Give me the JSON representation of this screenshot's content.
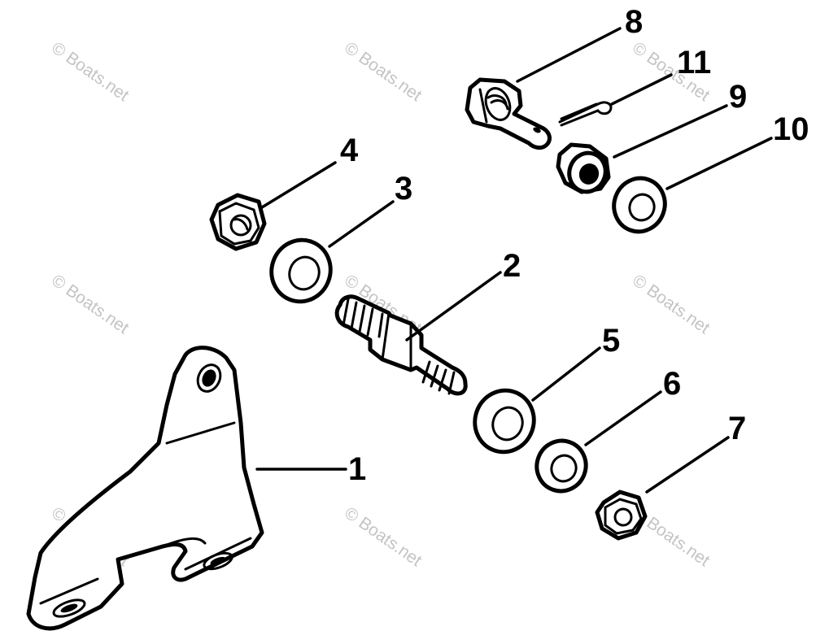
{
  "watermark": "© Boats.net",
  "callouts": [
    {
      "id": "1",
      "label": "1"
    },
    {
      "id": "2",
      "label": "2"
    },
    {
      "id": "3",
      "label": "3"
    },
    {
      "id": "4",
      "label": "4"
    },
    {
      "id": "5",
      "label": "5"
    },
    {
      "id": "6",
      "label": "6"
    },
    {
      "id": "7",
      "label": "7"
    },
    {
      "id": "8",
      "label": "8"
    },
    {
      "id": "9",
      "label": "9"
    },
    {
      "id": "10",
      "label": "10"
    },
    {
      "id": "11",
      "label": "11"
    }
  ],
  "colors": {
    "ink": "#000000",
    "watermark": "#c4c4c4",
    "background": "#ffffff"
  }
}
